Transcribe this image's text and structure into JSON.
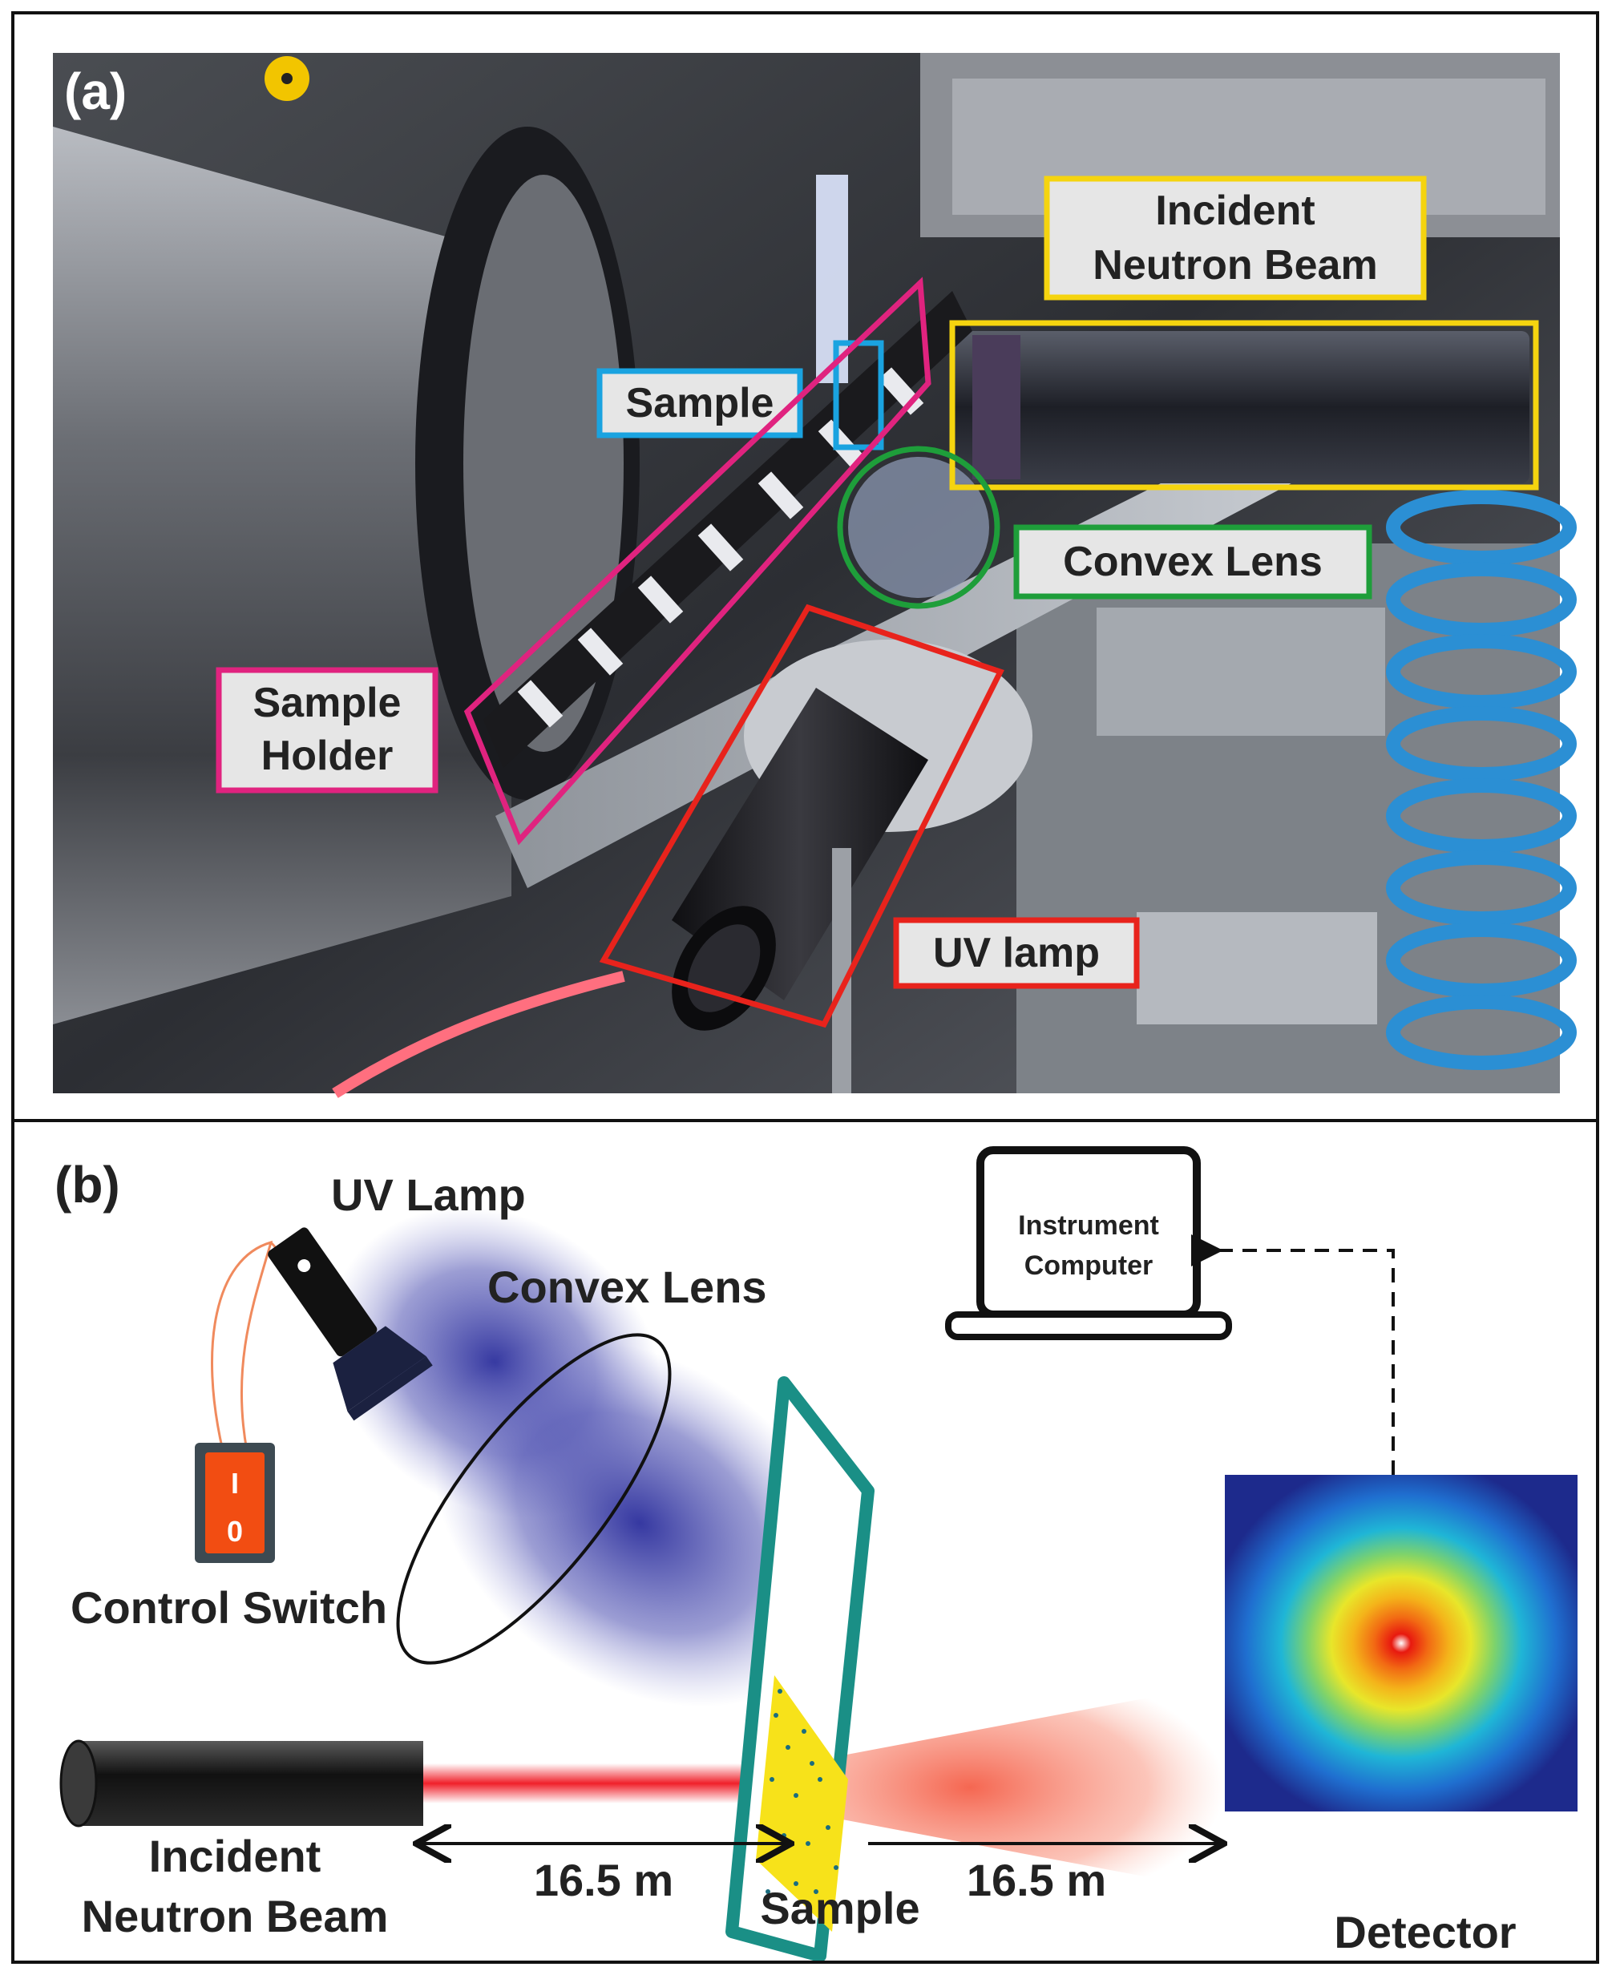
{
  "panel_a": {
    "tag": "(a)",
    "labels": {
      "incident_beam_line1": "Incident",
      "incident_beam_line2": "Neutron Beam",
      "sample": "Sample",
      "convex_lens": "Convex Lens",
      "sample_holder_line1": "Sample",
      "sample_holder_line2": "Holder",
      "uv_lamp": "UV lamp"
    },
    "colors": {
      "yellow": "#f5d40f",
      "cyan": "#1aa3e0",
      "green": "#1e9e3a",
      "magenta": "#e0237f",
      "red": "#e8231c"
    }
  },
  "panel_b": {
    "tag": "(b)",
    "labels": {
      "uv_lamp": "UV Lamp",
      "convex_lens": "Convex Lens",
      "control_switch": "Control Switch",
      "switch_on": "I",
      "switch_off": "0",
      "instrument_computer_line1": "Instrument",
      "instrument_computer_line2": "Computer",
      "incident_beam_line1": "Incident",
      "incident_beam_line2": "Neutron Beam",
      "distance_left": "16.5 m",
      "distance_right": "16.5 m",
      "sample": "Sample",
      "detector": "Detector"
    },
    "colors": {
      "uv_light": "#2b2e9c",
      "neutron": "#f0202a",
      "sample_frame": "#1a8f86",
      "sample_fill": "#f7e21a"
    }
  }
}
